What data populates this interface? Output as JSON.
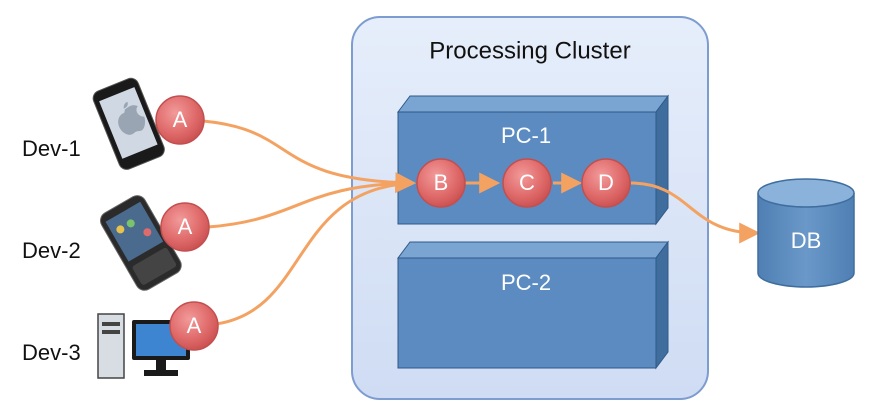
{
  "cluster": {
    "title": "Processing Cluster",
    "units": [
      {
        "label": "PC-1"
      },
      {
        "label": "PC-2"
      }
    ]
  },
  "devices": [
    {
      "label": "Dev-1",
      "icon": "smartphone-icon",
      "node": "A"
    },
    {
      "label": "Dev-2",
      "icon": "mobile-phone-icon",
      "node": "A"
    },
    {
      "label": "Dev-3",
      "icon": "desktop-computer-icon",
      "node": "A"
    }
  ],
  "pipeline": {
    "nodes": [
      "B",
      "C",
      "D"
    ]
  },
  "database": {
    "label": "DB",
    "icon": "database-icon"
  },
  "colors": {
    "cluster_fill": "#dbe6f6",
    "cluster_stroke": "#7d9ccf",
    "box_front": "#5b8bc0",
    "box_top": "#7aa4d2",
    "box_side": "#3f6e9e",
    "box_stroke": "#2f5a87",
    "node_fill": "#e06b6b",
    "node_stroke": "#c24f4f",
    "arrow": "#f4a261",
    "db_fill": "#5b8bc0"
  }
}
